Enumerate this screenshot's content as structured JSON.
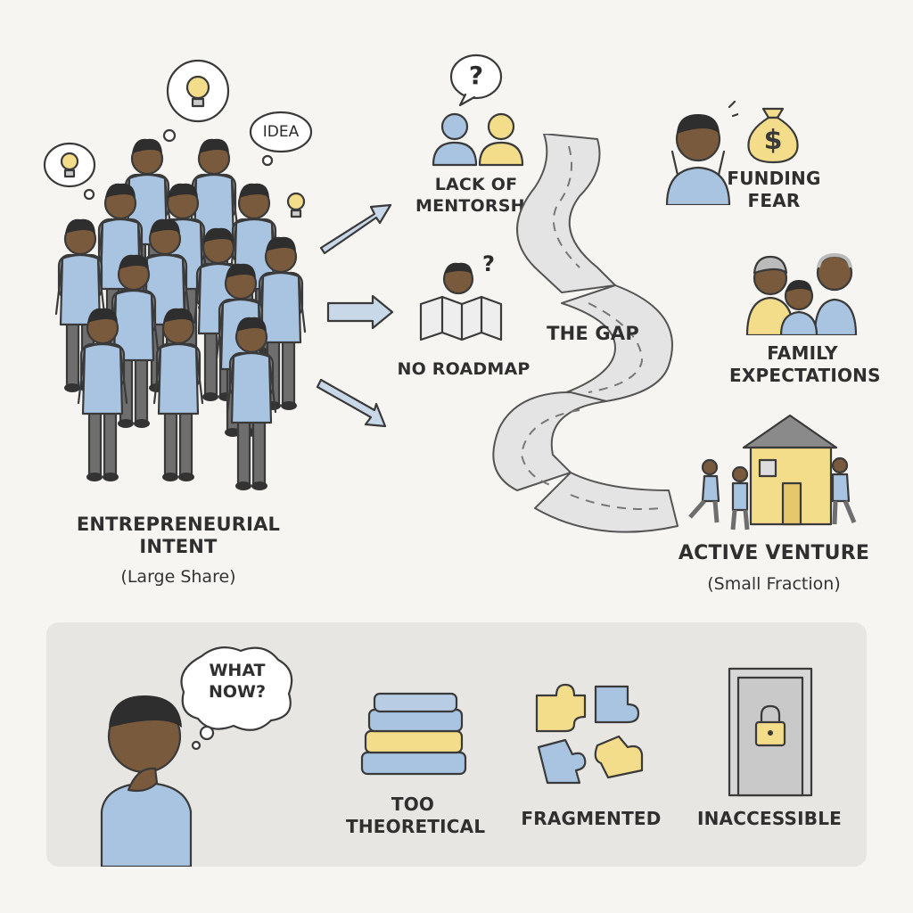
{
  "intent": {
    "label": "ENTREPRENEURIAL INTENT",
    "sub": "(Large Share)",
    "bubbles": [
      "IDEA"
    ]
  },
  "barriers": {
    "mentorship": "LACK OF MENTORSHIP",
    "roadmap": "NO ROADMAP",
    "question_mark": "?"
  },
  "gap": {
    "label": "THE GAP"
  },
  "right": {
    "funding": "FUNDING FEAR",
    "family": "FAMILY EXPECTATIONS",
    "money_symbol": "$"
  },
  "venture": {
    "label": "ACTIVE VENTURE",
    "sub": "(Small Fraction)"
  },
  "bottom": {
    "thought": "WHAT NOW?",
    "items": [
      {
        "label": "TOO THEORETICAL",
        "icon": "books-icon"
      },
      {
        "label": "FRAGMENTED",
        "icon": "puzzle-icon"
      },
      {
        "label": "INACCESSIBLE",
        "icon": "locked-door-icon"
      }
    ]
  },
  "colors": {
    "shirt": "#a9c4e0",
    "yellow": "#f3dc8a",
    "skin": "#7a5a3c",
    "road": "#e4e4e4",
    "panel": "#e7e6e2"
  }
}
